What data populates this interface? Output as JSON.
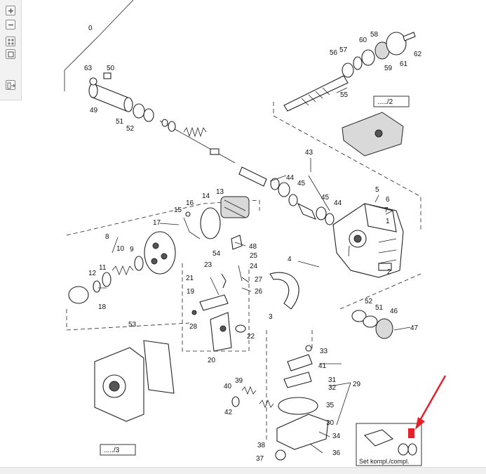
{
  "toolbar": {
    "buttons": [
      {
        "name": "zoom-in-button",
        "icon": "plus-icon"
      },
      {
        "name": "zoom-out-button",
        "icon": "minus-icon"
      },
      {
        "name": "fit-grid-button",
        "icon": "grid-icon"
      },
      {
        "name": "fit-page-button",
        "icon": "square-icon"
      },
      {
        "name": "export-button",
        "icon": "export-icon"
      }
    ]
  },
  "diagram": {
    "refs": [
      {
        "id": "ref-2",
        "text": "...../2"
      },
      {
        "id": "ref-3",
        "text": "...../3"
      }
    ],
    "set_label": "Set kompl./compl.",
    "colors": {
      "highlight": "#e8202a",
      "arrow": "#e8202a"
    },
    "labels": [
      {
        "n": "0"
      },
      {
        "n": "63"
      },
      {
        "n": "50"
      },
      {
        "n": "49"
      },
      {
        "n": "51"
      },
      {
        "n": "52"
      },
      {
        "n": "56"
      },
      {
        "n": "57"
      },
      {
        "n": "60"
      },
      {
        "n": "58"
      },
      {
        "n": "59"
      },
      {
        "n": "61"
      },
      {
        "n": "62"
      },
      {
        "n": "55"
      },
      {
        "n": "43"
      },
      {
        "n": "44"
      },
      {
        "n": "45"
      },
      {
        "n": "45"
      },
      {
        "n": "44"
      },
      {
        "n": "5"
      },
      {
        "n": "6"
      },
      {
        "n": "7"
      },
      {
        "n": "1"
      },
      {
        "n": "2"
      },
      {
        "n": "4"
      },
      {
        "n": "14"
      },
      {
        "n": "13"
      },
      {
        "n": "16"
      },
      {
        "n": "15"
      },
      {
        "n": "17"
      },
      {
        "n": "8"
      },
      {
        "n": "10"
      },
      {
        "n": "9"
      },
      {
        "n": "11"
      },
      {
        "n": "12"
      },
      {
        "n": "18"
      },
      {
        "n": "48"
      },
      {
        "n": "54"
      },
      {
        "n": "25"
      },
      {
        "n": "23"
      },
      {
        "n": "24"
      },
      {
        "n": "21"
      },
      {
        "n": "27"
      },
      {
        "n": "19"
      },
      {
        "n": "26"
      },
      {
        "n": "3"
      },
      {
        "n": "28"
      },
      {
        "n": "22"
      },
      {
        "n": "20"
      },
      {
        "n": "52"
      },
      {
        "n": "51"
      },
      {
        "n": "46"
      },
      {
        "n": "47"
      },
      {
        "n": "53"
      },
      {
        "n": "33"
      },
      {
        "n": "41"
      },
      {
        "n": "31"
      },
      {
        "n": "32"
      },
      {
        "n": "29"
      },
      {
        "n": "39"
      },
      {
        "n": "40"
      },
      {
        "n": "42"
      },
      {
        "n": "35"
      },
      {
        "n": "30"
      },
      {
        "n": "34"
      },
      {
        "n": "38"
      },
      {
        "n": "36"
      },
      {
        "n": "37"
      }
    ]
  }
}
